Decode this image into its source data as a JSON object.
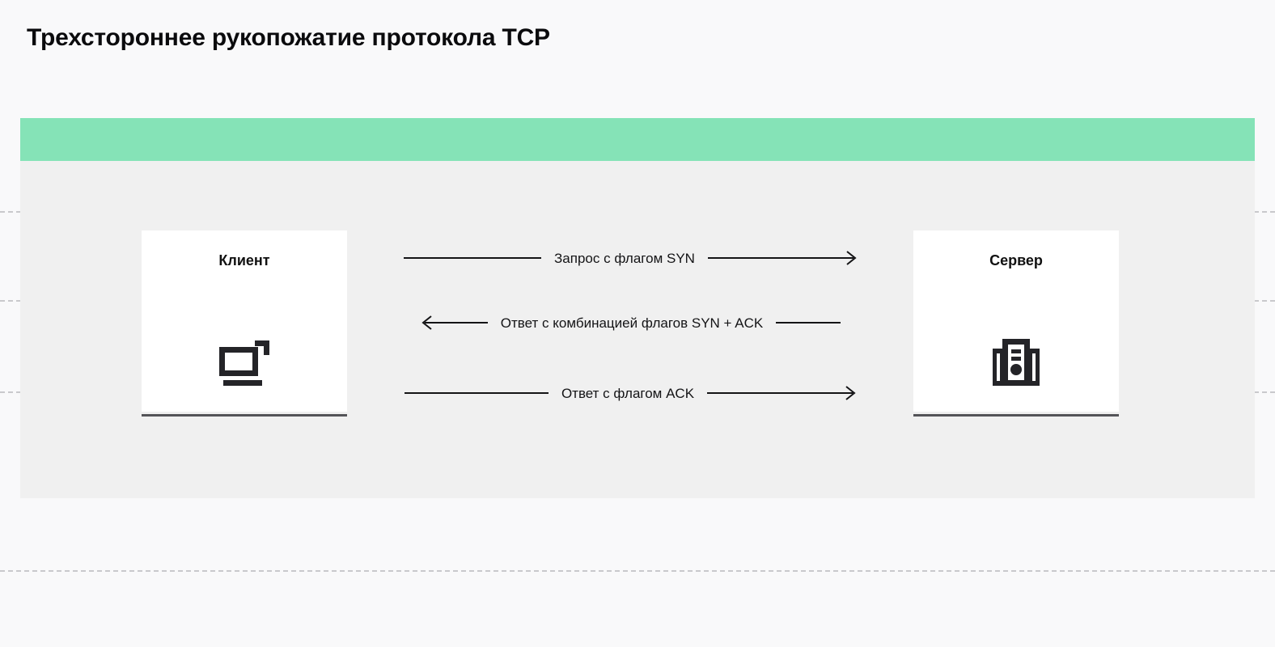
{
  "page": {
    "title": "Трехстороннее рукопожатие протокола TCP",
    "background_color": "#f9f9fa"
  },
  "figure": {
    "accent_color": "#85e3b7",
    "panel_color": "#f0f0f0",
    "nodes": [
      {
        "id": "client",
        "label": "Клиент",
        "icon": "client-monitor-icon"
      },
      {
        "id": "server",
        "label": "Сервер",
        "icon": "server-tower-icon"
      }
    ],
    "messages": [
      {
        "label": "Запрос с флагом SYN",
        "direction": "right"
      },
      {
        "label": "Ответ с комбинацией флагов SYN + ACK",
        "direction": "left"
      },
      {
        "label": "Ответ с флагом ACK",
        "direction": "right"
      }
    ]
  }
}
